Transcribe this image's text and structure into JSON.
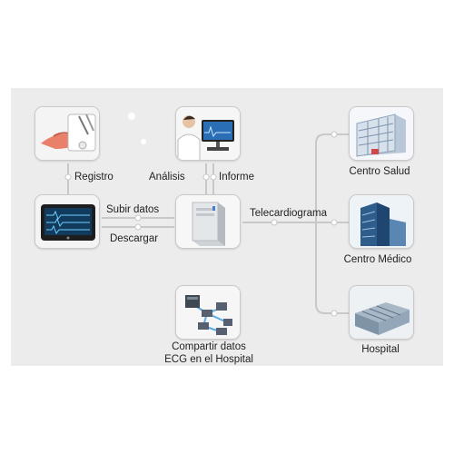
{
  "labels": {
    "registro": "Registro",
    "analisis": "Análisis",
    "informe": "Informe",
    "subir_datos": "Subir datos",
    "descargar": "Descargar",
    "telecardiograma": "Telecardiograma",
    "centro_salud": "Centro Salud",
    "centro_medico": "Centro Médico",
    "hospital": "Hospital",
    "compartir_line1": "Compartir datos",
    "compartir_line2": "ECG en el Hospital"
  },
  "icons": {
    "patient_ecg": "patient-ecg-icon",
    "doctor_workstation": "doctor-workstation-icon",
    "ecg_tablet": "ecg-tablet-icon",
    "server": "server-icon",
    "health_center": "health-center-building-icon",
    "medical_center": "medical-center-building-icon",
    "hospital": "hospital-building-icon",
    "network": "network-share-icon"
  },
  "colors": {
    "panel": "#ececec",
    "connector": "#c8c8c8",
    "card_border": "#c9c9c9"
  }
}
